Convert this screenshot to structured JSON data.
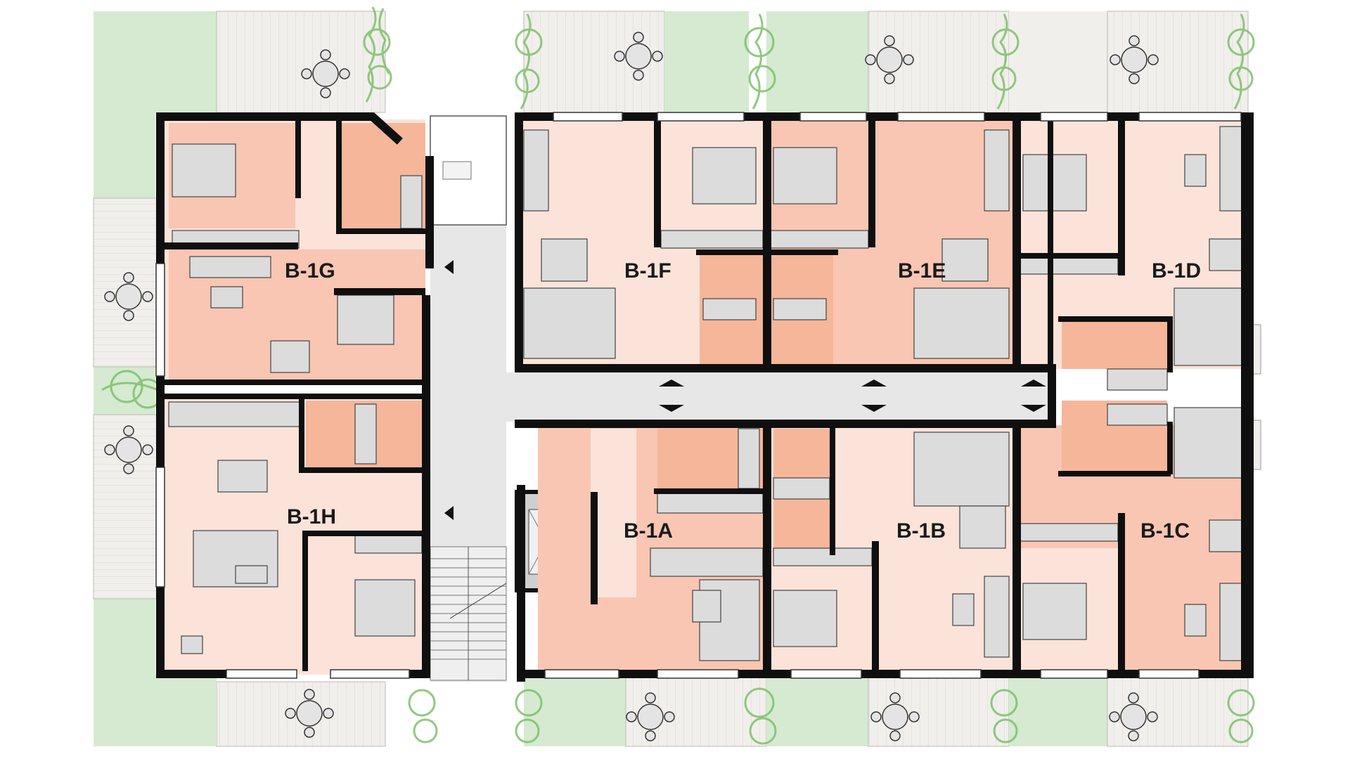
{
  "plan": {
    "units": [
      {
        "id": "B-1G",
        "label": "B-1G"
      },
      {
        "id": "B-1F",
        "label": "B-1F"
      },
      {
        "id": "B-1E",
        "label": "B-1E"
      },
      {
        "id": "B-1D",
        "label": "B-1D"
      },
      {
        "id": "B-1H",
        "label": "B-1H"
      },
      {
        "id": "B-1A",
        "label": "B-1A"
      },
      {
        "id": "B-1B",
        "label": "B-1B"
      },
      {
        "id": "B-1C",
        "label": "B-1C"
      }
    ],
    "colors": {
      "living": "#fbe3d9",
      "bedroom": "#f8c6b2",
      "wet": "#f6b69a",
      "corridor": "#e7e7e7",
      "terrace_deck": "#f0eeeb",
      "garden": "#d5ead0",
      "wall": "#0f0f0f",
      "furniture": "#dcdcdc",
      "plant": "#7dc06a"
    }
  }
}
